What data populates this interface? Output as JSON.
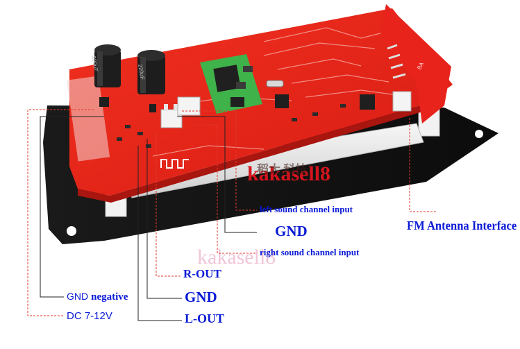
{
  "labels": {
    "left_input": "left sound channel input",
    "gnd_mid": "GND",
    "right_input": "right sound channel input",
    "r_out": "R-OUT",
    "gnd_low": "GND",
    "l_out": "L-OUT",
    "gnd_neg_prefix": "GND",
    "gnd_neg_suffix": "negative",
    "dc": "DC  7-12V",
    "fm": "FM Antenna Interface"
  },
  "watermarks": {
    "main": "kakasell8",
    "faded": "kakasell8",
    "chinese": "稻大 科技"
  },
  "component_markings": {
    "capacitor_left": "220uF",
    "capacitor_right": "220uF",
    "module_corner": "BA"
  },
  "colors": {
    "pcb_red": "#e8231c",
    "base_black": "#121212",
    "module_green": "#3fb24a",
    "label_blue": "#0a1ad6",
    "leader_red": "#e23a2a",
    "leader_black": "#222222",
    "watermark_red": "#d4141c"
  }
}
